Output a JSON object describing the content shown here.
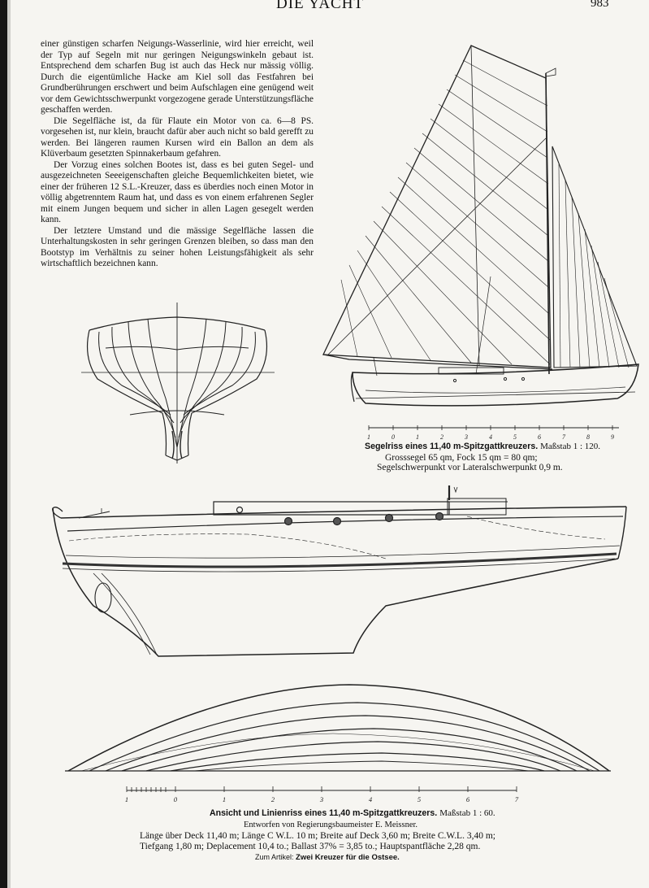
{
  "header": {
    "title": "DIE YACHT",
    "page_number": "983"
  },
  "article": {
    "paragraphs": [
      "einer günstigen scharfen Neigungs-Wasserlinie, wird hier erreicht, weil der Typ auf Segeln mit nur geringen Neigungswinkeln gebaut ist. Entsprechend dem scharfen Bug ist auch das Heck nur mässig völlig. Durch die eigentümliche Hacke am Kiel soll das Festfahren bei Grundberührungen erschwert und beim Aufschlagen eine genügend weit vor dem Gewichtsschwerpunkt vorgezogene gerade Unterstützungsfläche geschaffen werden.",
      "Die Segelfläche ist, da für Flaute ein Motor von ca. 6—8 PS. vorgesehen ist, nur klein, braucht dafür aber auch nicht so bald gerefft zu werden. Bei längeren raumen Kursen wird ein Ballon an dem als Klüverbaum gesetzten Spinnakerbaum gefahren.",
      "Der Vorzug eines solchen Bootes ist, dass es bei guten Segel- und ausgezeichneten Seeeigenschaften gleiche Bequemlichkeiten bietet, wie einer der früheren 12 S.L.-Kreuzer, dass es überdies noch einen Motor in völlig abgetrenntem Raum hat, und dass es von einem erfahrenen Segler mit einem Jungen bequem und sicher in allen Lagen gesegelt werden kann.",
      "Der letztere Umstand und die mässige Segelfläche lassen die Unterhaltungskosten in sehr geringen Grenzen bleiben, so dass man den Bootstyp im Verhältnis zu seiner hohen Leistungsfähigkeit als sehr wirtschaftlich bezeichnen kann."
    ]
  },
  "sail_plan": {
    "scale_ticks": [
      "1",
      "0",
      "1",
      "2",
      "3",
      "4",
      "5",
      "6",
      "7",
      "8",
      "9"
    ],
    "caption": "Segelriss eines 11,40 m-Spitzgattkreuzers.",
    "scale": "Maßstab 1 : 120.",
    "line2": "Grosssegel 65 qm, Fock 15 qm = 80 qm;",
    "line3": "Segelschwerpunkt vor Lateralschwerpunkt 0,9 m."
  },
  "lines_plan": {
    "scale_ticks": [
      "1",
      "0",
      "1",
      "2",
      "3",
      "4",
      "5",
      "6",
      "7"
    ],
    "caption": "Ansicht und Linienriss eines 11,40 m-Spitzgattkreuzers.",
    "scale": "Maßstab 1 : 60.",
    "designer": "Entworfen von Regierungsbaumeister E. Meissner.",
    "dims1": "Länge über Deck 11,40 m; Länge C W.L. 10 m; Breite auf Deck 3,60 m; Breite C.W.L. 3,40 m;",
    "dims2": "Tiefgang 1,80 m; Deplacement 10,4 to.; Ballast 37% = 3,85 to.; Hauptspantfläche 2,28 qm.",
    "article_ref_prefix": "Zum Artikel:",
    "article_ref_title": "Zwei Kreuzer für die Ostsee."
  }
}
